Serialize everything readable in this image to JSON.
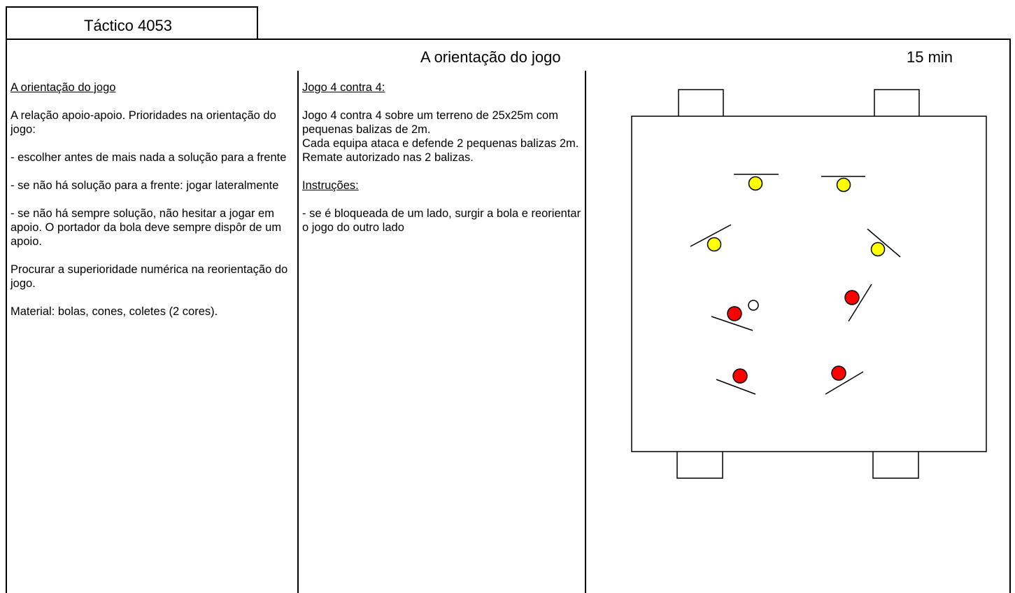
{
  "tab": {
    "code": "Táctico 4053"
  },
  "header": {
    "title": "A orientação do jogo",
    "duration": "15 min"
  },
  "left_column": {
    "heading": "A orientação do jogo",
    "paragraphs": [
      "A relação apoio-apoio. Prioridades na orientação do jogo:",
      "- escolher antes de mais nada a solução para a frente",
      "- se não há solução para a frente: jogar lateralmente",
      "- se não há sempre solução, não hesitar a jogar em apoio. O portador da bola deve sempre dispôr de um apoio.",
      "Procurar a superioridade numérica na reorientação do jogo.",
      "Material: bolas, cones, coletes (2 cores)."
    ]
  },
  "middle_column": {
    "heading": "Jogo 4 contra 4:",
    "paragraph": "Jogo 4 contra 4 sobre um terreno de 25x25m com pequenas balizas de 2m.\nCada equipa ataca e defende 2 pequenas balizas 2m.\nRemate autorizado nas 2 balizas.",
    "instructions_heading": "Instruções:",
    "instructions": "- se é bloqueada de um lado, surgir a bola e reorientar o jogo do outro lado"
  },
  "diagram": {
    "colors": {
      "team_a": "#ffff00",
      "team_b": "#ff0000",
      "ball": "#ffffff",
      "lines": "#000000"
    }
  }
}
